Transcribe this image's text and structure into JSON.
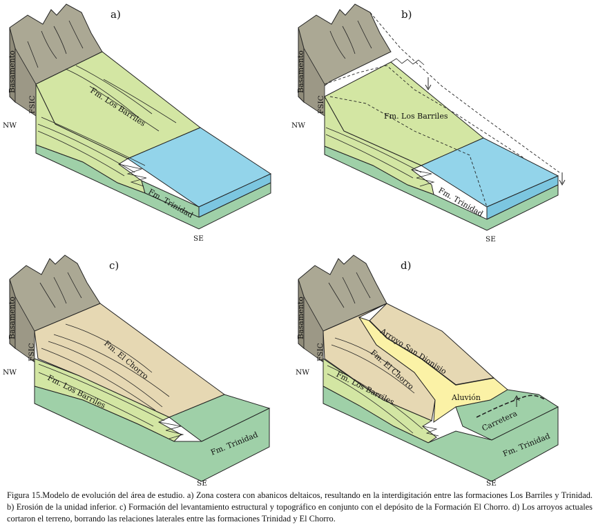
{
  "panels": {
    "a": {
      "letter": "a)",
      "basement": "Basamento",
      "fault": "FSIC",
      "nw": "NW",
      "se": "SE",
      "barriles": "Fm. Los Barriles",
      "trinidad": "Fm. Trinidad"
    },
    "b": {
      "letter": "b)",
      "basement": "Basamento",
      "fault": "FSIC",
      "nw": "NW",
      "se": "SE",
      "barriles": "Fm. Los Barriles",
      "trinidad": "Fm. Trinidad"
    },
    "c": {
      "letter": "c)",
      "basement": "Basamento",
      "fault": "FSIC",
      "nw": "NW",
      "se": "SE",
      "chorro": "Fm. El Chorro",
      "barriles": "Fm. Los Barriles",
      "trinidad": "Fm. Trinidad"
    },
    "d": {
      "letter": "d)",
      "basement": "Basamento",
      "fault": "FSIC",
      "nw": "NW",
      "se": "SE",
      "chorro": "Fm. El Chorro",
      "barriles": "Fm. Los Barriles",
      "trinidad": "Fm. Trinidad",
      "arroyo": "Arroyo San Dionisio",
      "aluvion": "Aluvión",
      "carretera": "Carretera"
    }
  },
  "colors": {
    "basement": "#aba894",
    "barriles": "#d3e6a3",
    "chorro": "#e6d8b3",
    "trinidad": "#9fd0a8",
    "sea": "#93d4ea",
    "alluvium": "#fbf2a6"
  },
  "caption": "Figura 15.Modelo de evolución del área de estudio. a) Zona costera con abanicos deltaicos, resultando en la interdigitación entre las formaciones Los Barriles y Trinidad. b) Erosión de la unidad inferior. c) Formación del levantamiento estructural y topográfico en conjunto con el depósito de la Formación El Chorro. d) Los arroyos actuales cortaron el terreno, borrando las relaciones laterales entre las formaciones Trinidad y El Chorro."
}
